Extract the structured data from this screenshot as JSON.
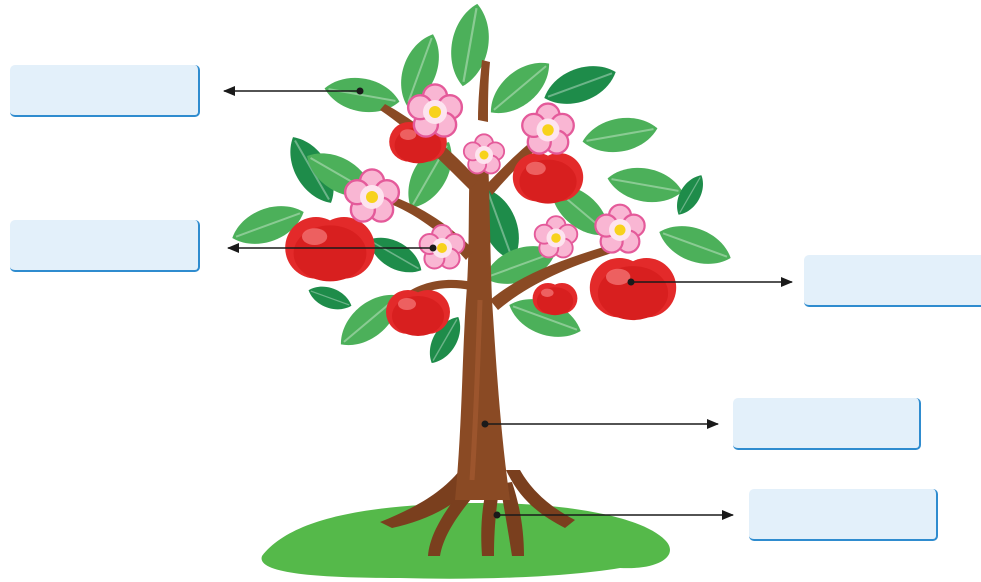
{
  "diagram": {
    "labels": [
      {
        "id": "leaf",
        "text": ""
      },
      {
        "id": "flower",
        "text": ""
      },
      {
        "id": "fruit",
        "text": ""
      },
      {
        "id": "stem",
        "text": ""
      },
      {
        "id": "root",
        "text": ""
      }
    ]
  },
  "colors": {
    "box_fill": "#e3f0fa",
    "box_border": "#2f8ccf",
    "trunk": "#8a4a24",
    "leaf_light": "#4cb05a",
    "leaf_dark": "#1e8c4a",
    "apple": "#e32a2a",
    "blossom": "#f7a6c8",
    "grass": "#55b94a",
    "arrow": "#1a1a1a"
  }
}
